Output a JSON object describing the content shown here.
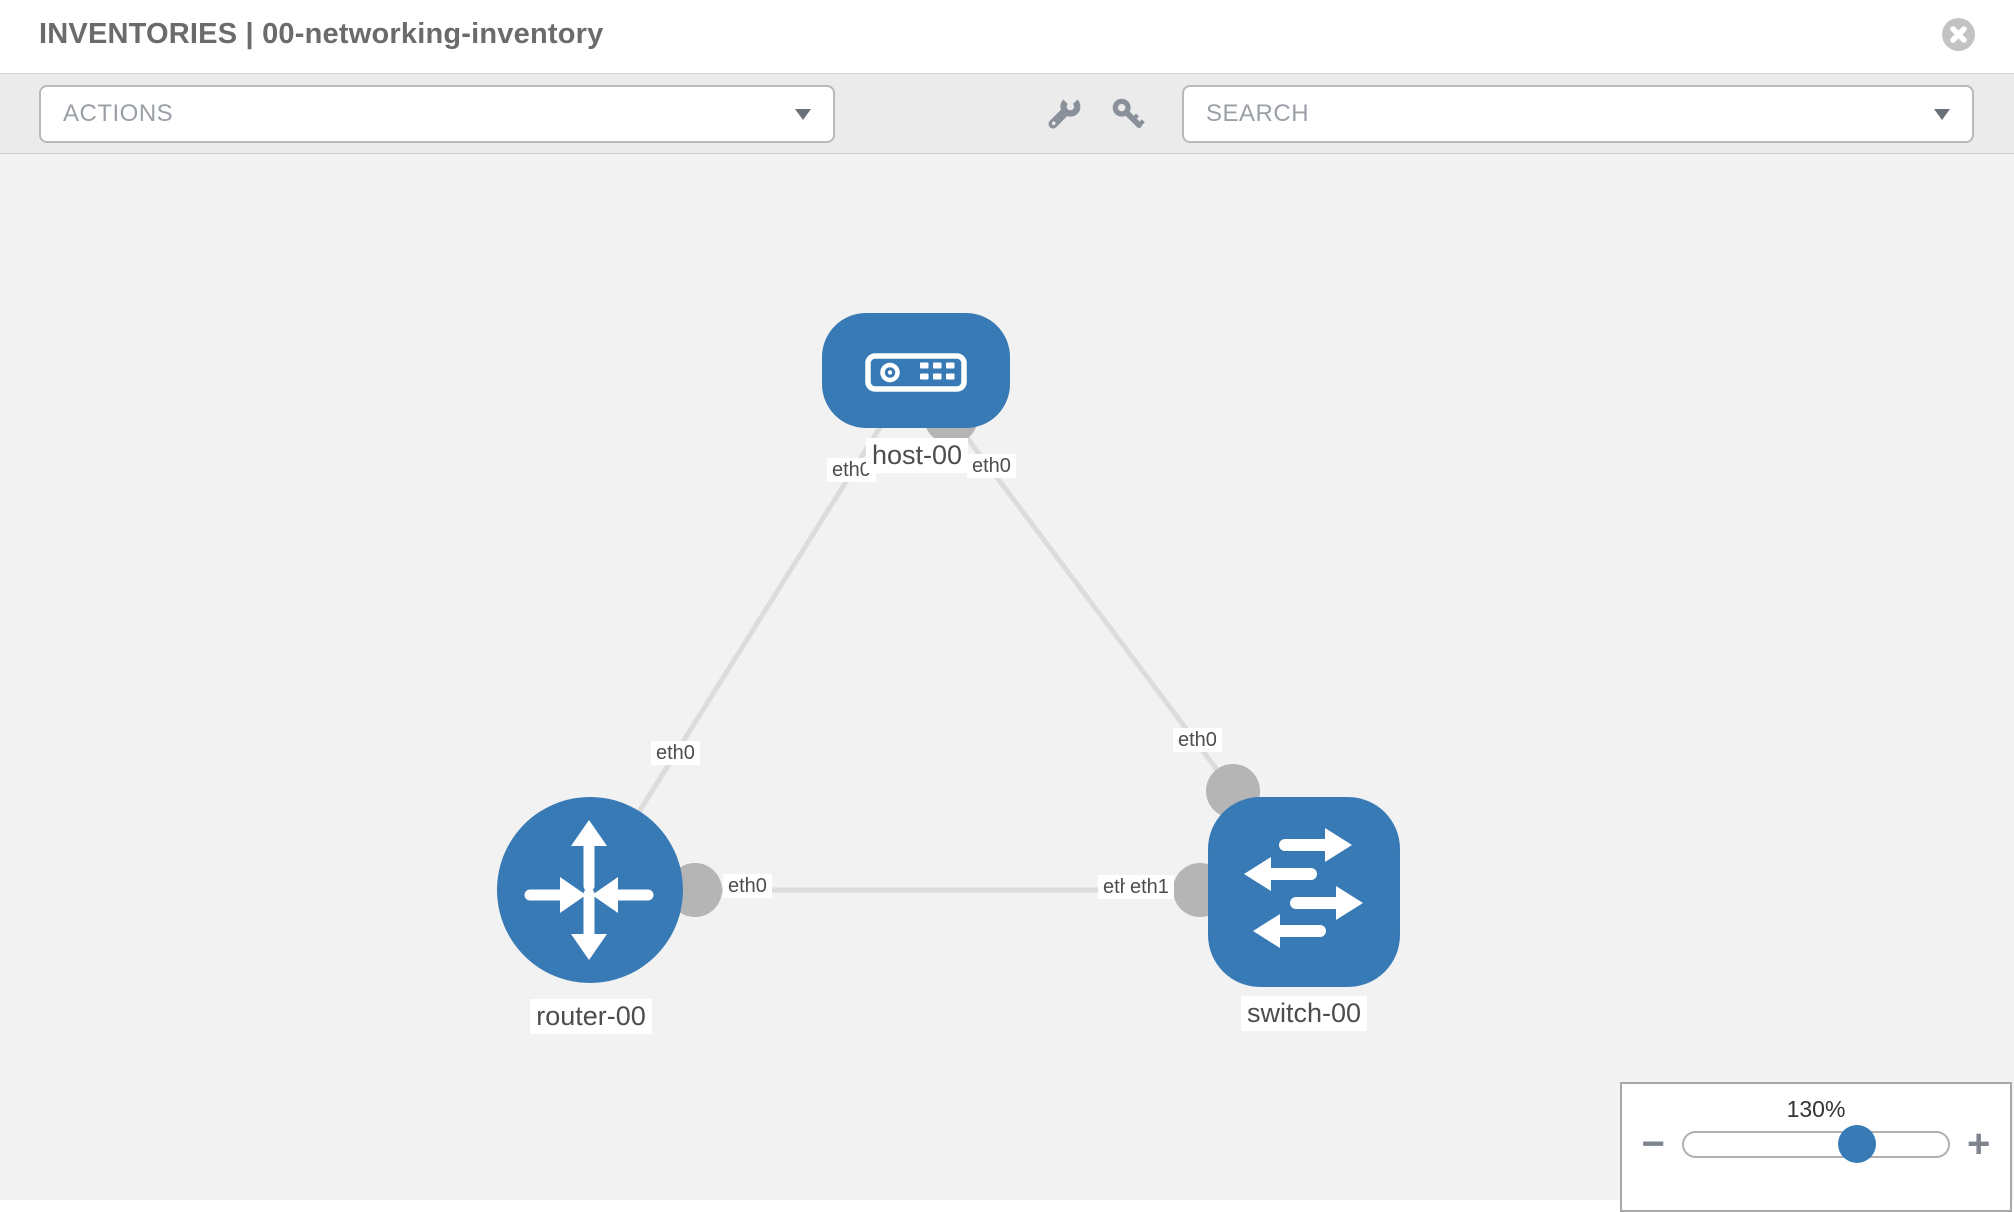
{
  "header": {
    "title": "INVENTORIES | 00-networking-inventory"
  },
  "toolbar": {
    "actions_label": "ACTIONS",
    "search_placeholder": "SEARCH",
    "icons": [
      "wrench-icon",
      "key-icon"
    ]
  },
  "diagram": {
    "nodes": [
      {
        "id": "host-00",
        "label": "host-00",
        "type": "host"
      },
      {
        "id": "router-00",
        "label": "router-00",
        "type": "router"
      },
      {
        "id": "switch-00",
        "label": "switch-00",
        "type": "switch"
      }
    ],
    "links": [
      {
        "from": "host-00",
        "to": "router-00",
        "from_if": "eth0",
        "to_if": "eth0"
      },
      {
        "from": "host-00",
        "to": "switch-00",
        "from_if": "eth0",
        "to_if": "eth0"
      },
      {
        "from": "router-00",
        "to": "switch-00",
        "from_if": "eth0",
        "to_if": "eth1"
      }
    ],
    "interface_labels": [
      "eth0",
      "eth0",
      "eth0",
      "eth0",
      "eth0",
      "eth0",
      "eth1"
    ]
  },
  "zoom_control": {
    "level": "130%",
    "minus": "−",
    "plus": "+"
  },
  "colors": {
    "node_blue": "#377ab5",
    "interface_gray": "#b5b5b5",
    "link_gray": "#dcdcdc",
    "canvas_bg": "#f2f2f2",
    "toolbar_bg": "#ebebeb"
  }
}
